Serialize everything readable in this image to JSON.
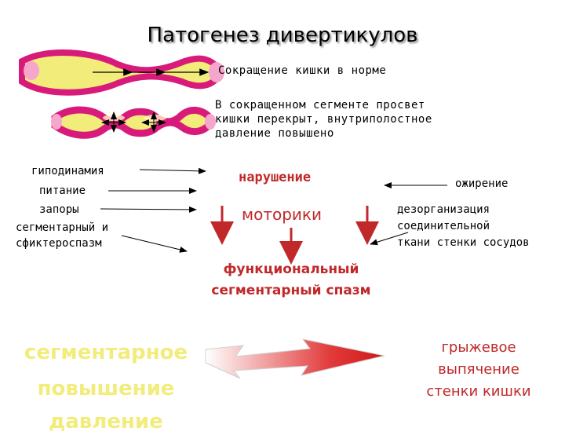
{
  "title": "Патогенез дивертикулов",
  "intestine": {
    "normal_caption": "Сокращение кишки в норме",
    "contracted_caption_lines": [
      "В сокращенном сегменте просвет",
      "кишки перекрыт, внутриполостное",
      "давление повышено"
    ]
  },
  "left_factors": [
    "гиподинамия",
    "питание",
    "запоры",
    "сегментарный и",
    "сфиктероспазм"
  ],
  "center": {
    "line1": "нарушение",
    "line2": "моторики",
    "spasm_line1": "функциональный",
    "spasm_line2": "сегментарный спазм"
  },
  "right_factors": {
    "obesity": "ожирение",
    "disorg_lines": [
      "дезорганизация",
      "соединительной",
      "ткани стенки сосудов"
    ]
  },
  "bottom": {
    "left_lines": [
      "сегментарное",
      "повышение",
      "давление"
    ],
    "right_lines": [
      "грыжевое",
      "выпячение",
      "стенки кишки"
    ]
  },
  "colors": {
    "accent_red": "#c0282a",
    "yellow": "#f2ec7a",
    "magenta": "#d81b7a",
    "pink": "#f2a0c8"
  }
}
